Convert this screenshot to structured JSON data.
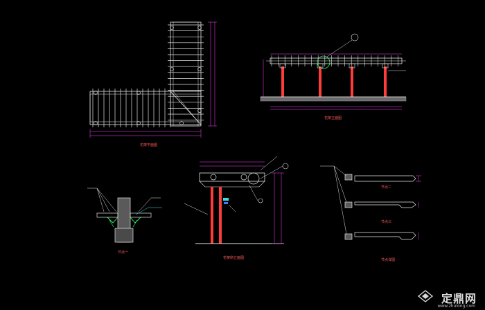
{
  "labels": {
    "plan": "花架平面图",
    "front_elevation": "花架立面图",
    "side_elevation": "花架侧立面图",
    "node_1": "节点一",
    "node_2": "节点二",
    "node_3": "节点三",
    "detail": "节点详图"
  },
  "watermark": {
    "brand": "定鼎网",
    "url": "www.zhulong.com"
  },
  "colors": {
    "background": "#000000",
    "lines": "#e6e6e6",
    "dimensions": "#ff44ff",
    "columns": "#ff3b3b",
    "hatch": "#9a9a9a",
    "leaders": "#37e0e0",
    "callout": "#2eff6a",
    "labels": "#ff5a5a"
  }
}
